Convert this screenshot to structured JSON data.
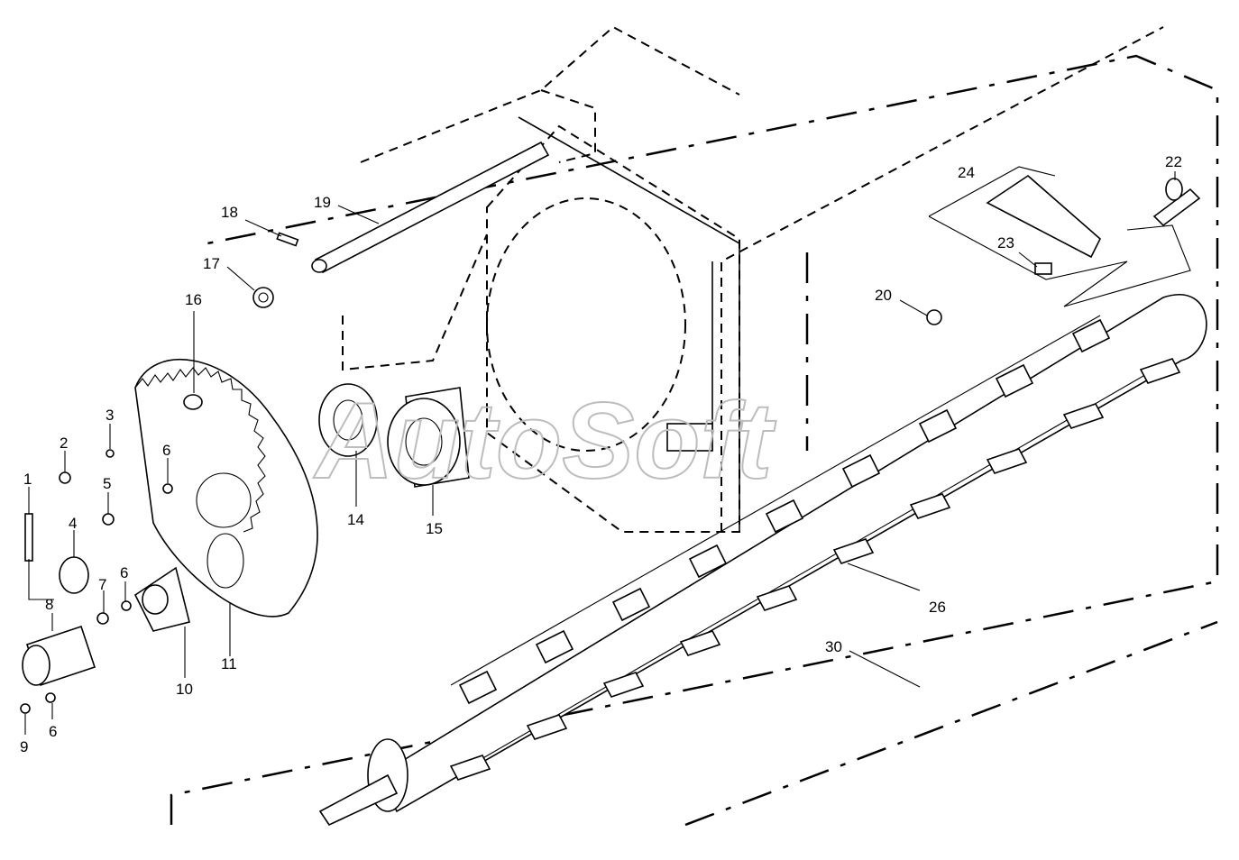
{
  "watermark": "AutoSoft",
  "callouts": [
    {
      "id": "c1",
      "label": "1"
    },
    {
      "id": "c2",
      "label": "2"
    },
    {
      "id": "c3",
      "label": "3"
    },
    {
      "id": "c4",
      "label": "4"
    },
    {
      "id": "c5",
      "label": "5"
    },
    {
      "id": "c6a",
      "label": "6"
    },
    {
      "id": "c6b",
      "label": "6"
    },
    {
      "id": "c6c",
      "label": "6"
    },
    {
      "id": "c7",
      "label": "7"
    },
    {
      "id": "c8",
      "label": "8"
    },
    {
      "id": "c9",
      "label": "9"
    },
    {
      "id": "c10",
      "label": "10"
    },
    {
      "id": "c11",
      "label": "11"
    },
    {
      "id": "c14",
      "label": "14"
    },
    {
      "id": "c15",
      "label": "15"
    },
    {
      "id": "c16",
      "label": "16"
    },
    {
      "id": "c17",
      "label": "17"
    },
    {
      "id": "c18",
      "label": "18"
    },
    {
      "id": "c19",
      "label": "19"
    },
    {
      "id": "c20",
      "label": "20"
    },
    {
      "id": "c22",
      "label": "22"
    },
    {
      "id": "c23",
      "label": "23"
    },
    {
      "id": "c24",
      "label": "24"
    },
    {
      "id": "c26",
      "label": "26"
    },
    {
      "id": "c30",
      "label": "30"
    }
  ]
}
